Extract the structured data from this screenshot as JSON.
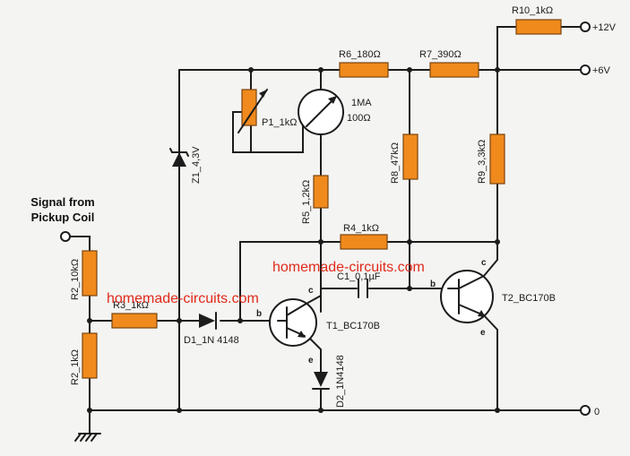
{
  "signal_title": {
    "line1": "Signal from",
    "line2": "Pickup Coil"
  },
  "watermarks": {
    "top": "homemade-circuits.com",
    "left": "homemade-circuits.com"
  },
  "terminals": {
    "plus12": "+12V",
    "plus6": "+6V",
    "zero": "0"
  },
  "resistors": {
    "r1": "R10_1kΩ",
    "r6": "R6_180Ω",
    "r7": "R7_390Ω",
    "r8": "R8_47kΩ",
    "r9": "R9_3,3kΩ",
    "r5": "R5_1,2kΩ",
    "r4": "R4_1kΩ",
    "r2a": "R2_10kΩ",
    "r2b": "R2_1kΩ",
    "r3": "R3_1kΩ",
    "p1": "P1_1kΩ"
  },
  "meter": {
    "line1": "1MA",
    "line2": "100Ω"
  },
  "components": {
    "zener": "Z1_4,3V",
    "d1": "D1_1N 4148",
    "d2": "D2_1N4148",
    "c1": "C1_0,1µF",
    "t1": "T1_BC170B",
    "t2": "T2_BC170B"
  },
  "pins": {
    "t1_b": "b",
    "t1_c": "c",
    "t1_e": "e",
    "t2_b": "b",
    "t2_c": "c",
    "t2_e": "e"
  },
  "colors": {
    "resistor_fill": "#f08a1c",
    "watermark": "#e02a1a"
  }
}
